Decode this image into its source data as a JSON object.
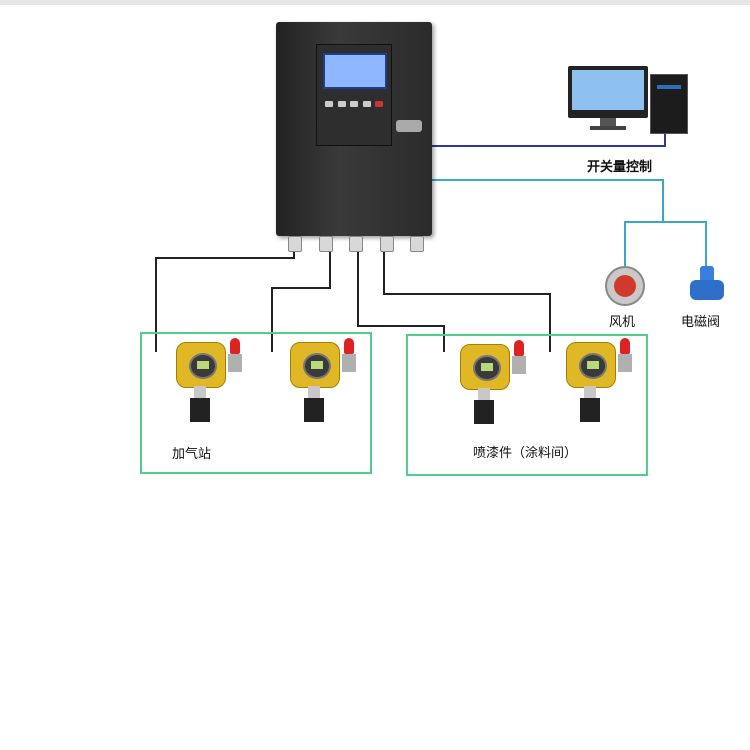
{
  "labels": {
    "switch_control": "开关量控制",
    "fan": "风机",
    "solenoid_valve": "电磁阀",
    "group_left": "加气站",
    "group_right": "喷漆件（涂料间）"
  },
  "colors": {
    "control_line": "#2a3a9e",
    "output_line": "#3aa6c8",
    "sensor_line": "#222222",
    "group_border": "#4ed08a"
  },
  "icons": [
    "controller-cabinet",
    "computer-icon",
    "fan-icon",
    "solenoid-valve-icon",
    "gas-detector-icon"
  ]
}
